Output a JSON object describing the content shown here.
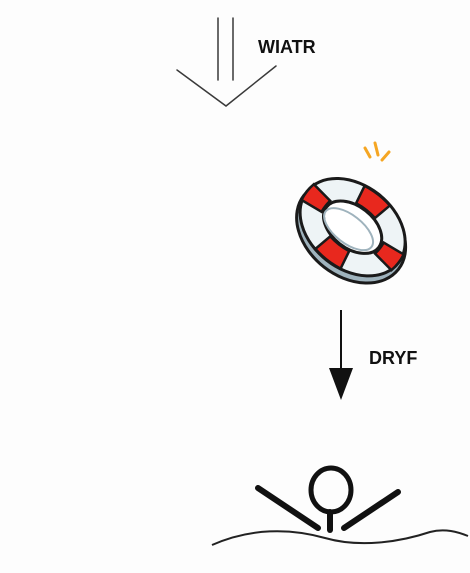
{
  "labels": {
    "wind": "WIATR",
    "drift": "DRYF"
  },
  "colors": {
    "background": "#fdfdfd",
    "ring_red": "#e8281e",
    "ring_white": "#eef4f6",
    "ring_shadow": "#9fb3bd",
    "outline": "#1a1a1a",
    "spark": "#f5a623"
  },
  "icons": {
    "wind_arrow": "open-double-shaft-arrow-down",
    "lifebuoy": "lifebuoy-icon",
    "drift_arrow": "solid-arrow-down",
    "person": "stick-figure-in-water",
    "water": "wave-line"
  }
}
